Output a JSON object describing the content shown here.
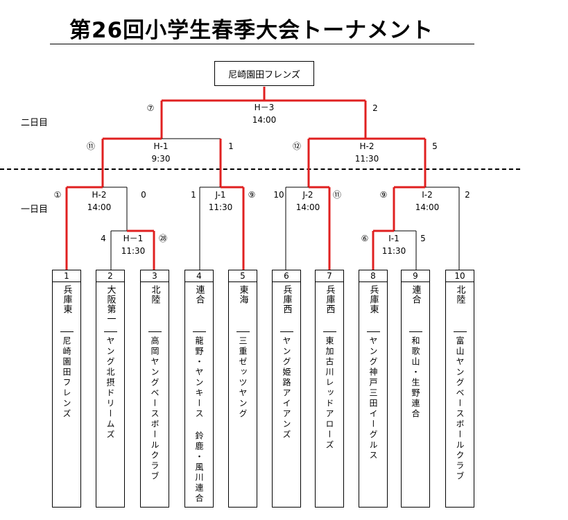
{
  "title": "第26回小学生春季大会トーナメント",
  "champion": "尼崎園田フレンズ",
  "days": {
    "day2": "二日目",
    "day1": "一日目"
  },
  "colors": {
    "winner_line": "#e02020",
    "line": "#000000"
  },
  "teams": [
    {
      "seed": "1",
      "pref": "兵庫東",
      "club": "尼崎園田フレンズ"
    },
    {
      "seed": "2",
      "pref": "大阪第一",
      "club": "ヤング北摂ドリームズ"
    },
    {
      "seed": "3",
      "pref": "北陸",
      "club": "高岡ヤングベースボールクラブ"
    },
    {
      "seed": "4",
      "pref": "連合",
      "club": "龍野・ヤンキース 鈴鹿・風川連合"
    },
    {
      "seed": "5",
      "pref": "東海",
      "club": "三重ゼッツヤング"
    },
    {
      "seed": "6",
      "pref": "兵庫西",
      "club": "ヤング姫路アイアンズ"
    },
    {
      "seed": "7",
      "pref": "兵庫西",
      "club": "東加古川レッドアローズ"
    },
    {
      "seed": "8",
      "pref": "兵庫東",
      "club": "ヤング神戸三田イーグルス"
    },
    {
      "seed": "9",
      "pref": "連合",
      "club": "和歌山・生野連合"
    },
    {
      "seed": "10",
      "pref": "北陸",
      "club": "富山ヤングベースボールクラブ"
    }
  ],
  "matches": {
    "final": {
      "label": "H－3",
      "time": "14:00",
      "left_score": "⑦",
      "right_score": "2"
    },
    "semi_l": {
      "label": "H-1",
      "time": "9:30",
      "left_score": "⑪",
      "right_score": "1"
    },
    "semi_r": {
      "label": "H-2",
      "time": "11:30",
      "left_score": "⑫",
      "right_score": "5"
    },
    "r1_a": {
      "label": "H-2",
      "time": "14:00",
      "left_score": "①",
      "right_score": "0"
    },
    "r1_b": {
      "label": "J-1",
      "time": "11:30",
      "left_score": "1",
      "right_score": "⑨"
    },
    "r1_c": {
      "label": "J-2",
      "time": "14:00",
      "left_score": "10",
      "right_score": "⑪"
    },
    "r1_d": {
      "label": "I-2",
      "time": "14:00",
      "left_score": "⑨",
      "right_score": "2"
    },
    "r0_a": {
      "label": "H－1",
      "time": "11:30",
      "left_score": "4",
      "right_score": "㉘"
    },
    "r0_b": {
      "label": "I-1",
      "time": "11:30",
      "left_score": "⑥",
      "right_score": "5"
    }
  }
}
